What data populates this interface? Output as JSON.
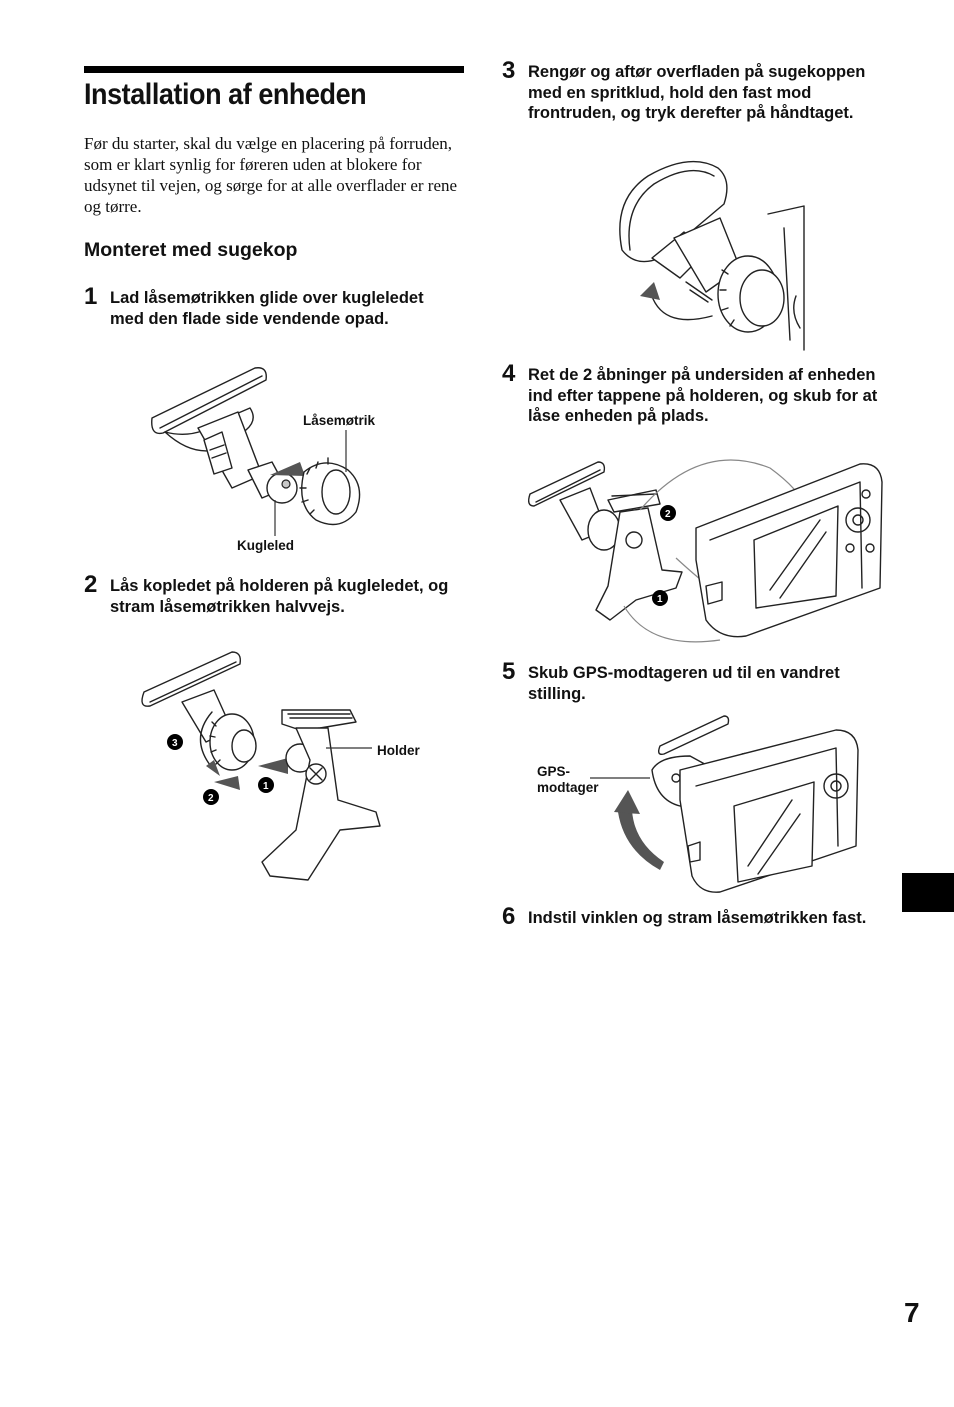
{
  "title": "Installation af enheden",
  "intro": "Før du starter, skal du vælge en placering på forruden, som er klart synlig for føreren uden at blokere for udsynet til vejen, og sørge for at alle overflader er rene og tørre.",
  "subheading": "Monteret med sugekop",
  "steps": [
    {
      "num": "1",
      "text": "Lad låsemøtrikken glide over kugleledet med den flade side vendende opad."
    },
    {
      "num": "2",
      "text": "Lås kopledet på holderen på kugleledet, og stram låsemøtrikken halvvejs."
    },
    {
      "num": "3",
      "text": "Rengør og aftør overfladen på sugekoppen med en spritklud, hold den fast mod frontruden, og tryk derefter på håndtaget."
    },
    {
      "num": "4",
      "text": "Ret de 2 åbninger på undersiden af enheden ind efter tappene på holderen, og skub for at låse enheden på plads."
    },
    {
      "num": "5",
      "text": "Skub GPS-modtageren ud til en vandret stilling."
    },
    {
      "num": "6",
      "text": "Indstil vinklen og stram låsemøtrikken fast."
    }
  ],
  "labels": {
    "lock_nut": "Låsemøtrik",
    "ball_joint": "Kugleled",
    "holder": "Holder",
    "gps_line1": "GPS-",
    "gps_line2": "modtager"
  },
  "callouts": {
    "one": "1",
    "two": "2",
    "three": "3"
  },
  "page_number": "7"
}
